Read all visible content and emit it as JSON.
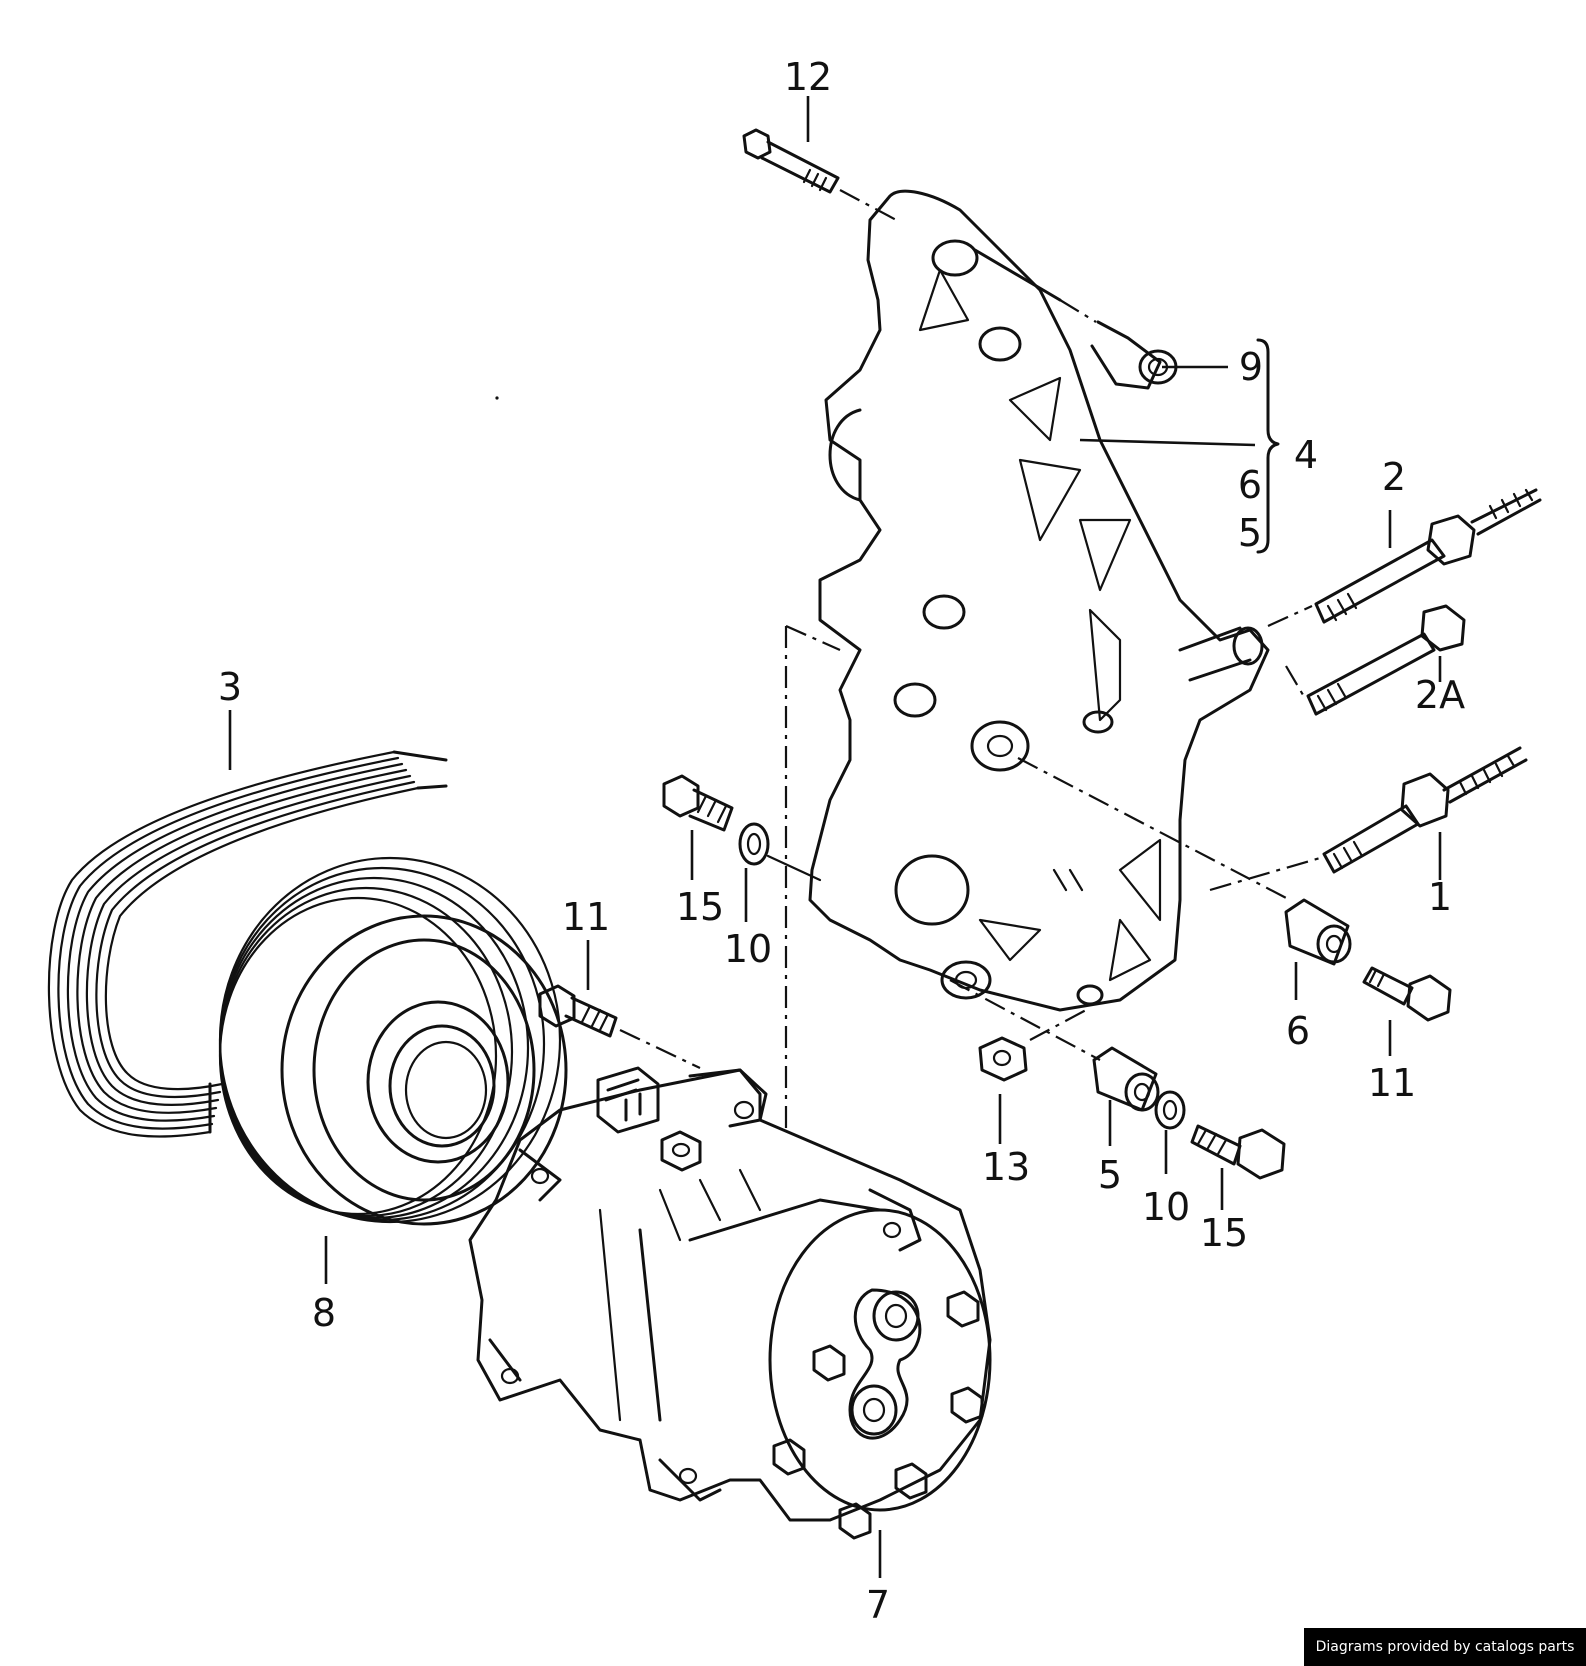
{
  "callouts": [
    {
      "id": "c12",
      "text": "12"
    },
    {
      "id": "c9",
      "text": "9"
    },
    {
      "id": "c4",
      "text": "4"
    },
    {
      "id": "c6a",
      "text": "6"
    },
    {
      "id": "c5a",
      "text": "5"
    },
    {
      "id": "c2",
      "text": "2"
    },
    {
      "id": "c2A",
      "text": "2A"
    },
    {
      "id": "c3",
      "text": "3"
    },
    {
      "id": "c1",
      "text": "1"
    },
    {
      "id": "c15a",
      "text": "15"
    },
    {
      "id": "c10a",
      "text": "10"
    },
    {
      "id": "c11a",
      "text": "11"
    },
    {
      "id": "c6b",
      "text": "6"
    },
    {
      "id": "c11b",
      "text": "11"
    },
    {
      "id": "c13",
      "text": "13"
    },
    {
      "id": "c5b",
      "text": "5"
    },
    {
      "id": "c10b",
      "text": "10"
    },
    {
      "id": "c15b",
      "text": "15"
    },
    {
      "id": "c8",
      "text": "8"
    },
    {
      "id": "c7",
      "text": "7"
    }
  ],
  "credit": "Diagrams provided by catalogs parts"
}
